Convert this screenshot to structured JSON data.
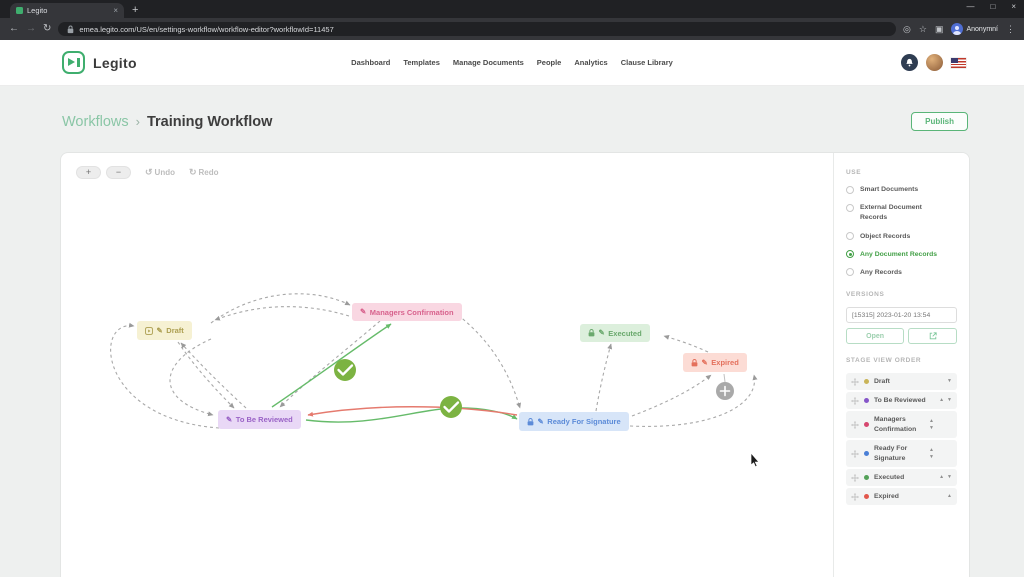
{
  "browser": {
    "tab_title": "Legito",
    "new_tab": "+",
    "url": "emea.legito.com/US/en/settings-workflow/workflow-editor?workflowId=11457",
    "profile_name": "Anonymní"
  },
  "header": {
    "brand": "Legito",
    "nav": [
      {
        "label": "Dashboard"
      },
      {
        "label": "Templates"
      },
      {
        "label": "Manage Documents"
      },
      {
        "label": "People"
      },
      {
        "label": "Analytics"
      },
      {
        "label": "Clause Library"
      }
    ]
  },
  "page": {
    "breadcrumb_root": "Workflows",
    "breadcrumb_separator": "›",
    "title": "Training Workflow",
    "publish_label": "Publish"
  },
  "canvas": {
    "zoom_in": "+",
    "zoom_out": "−",
    "undo_label": "Undo",
    "redo_label": "Redo",
    "nodes": [
      {
        "id": "draft",
        "label": "Draft",
        "bg": "#f6f1d3",
        "color": "#ac9e50"
      },
      {
        "id": "managers-confirmation",
        "label": "Managers Confirmation",
        "bg": "#f9d7e2",
        "color": "#d8628d"
      },
      {
        "id": "to-be-reviewed",
        "label": "To Be Reviewed",
        "bg": "#e9d8f6",
        "color": "#9a63c6"
      },
      {
        "id": "ready-for-signature",
        "label": "Ready For Signature",
        "bg": "#d7e5f8",
        "color": "#5c8bd8"
      },
      {
        "id": "executed",
        "label": "Executed",
        "bg": "#dcefdc",
        "color": "#6aa96d"
      },
      {
        "id": "expired",
        "label": "Expired",
        "bg": "#fcdcd5",
        "color": "#e4705c"
      }
    ]
  },
  "sidebar": {
    "use_title": "USE",
    "use_options": [
      {
        "label": "Smart Documents",
        "selected": false
      },
      {
        "label": "External Document Records",
        "selected": false
      },
      {
        "label": "Object Records",
        "selected": false
      },
      {
        "label": "Any Document Records",
        "selected": true
      },
      {
        "label": "Any Records",
        "selected": false
      }
    ],
    "versions_title": "VERSIONS",
    "version_value": "[15315] 2023-01-20 13:54",
    "open_label": "Open",
    "stage_title": "STAGE VIEW ORDER",
    "stages": [
      {
        "label": "Draft",
        "dot": "#c9b458"
      },
      {
        "label": "To Be Reviewed",
        "dot": "#8656c9"
      },
      {
        "label": "Managers Confirmation",
        "dot": "#d6476f"
      },
      {
        "label": "Ready For Signature",
        "dot": "#4a7fd6"
      },
      {
        "label": "Executed",
        "dot": "#53a158"
      },
      {
        "label": "Expired",
        "dot": "#e2574c"
      }
    ]
  }
}
